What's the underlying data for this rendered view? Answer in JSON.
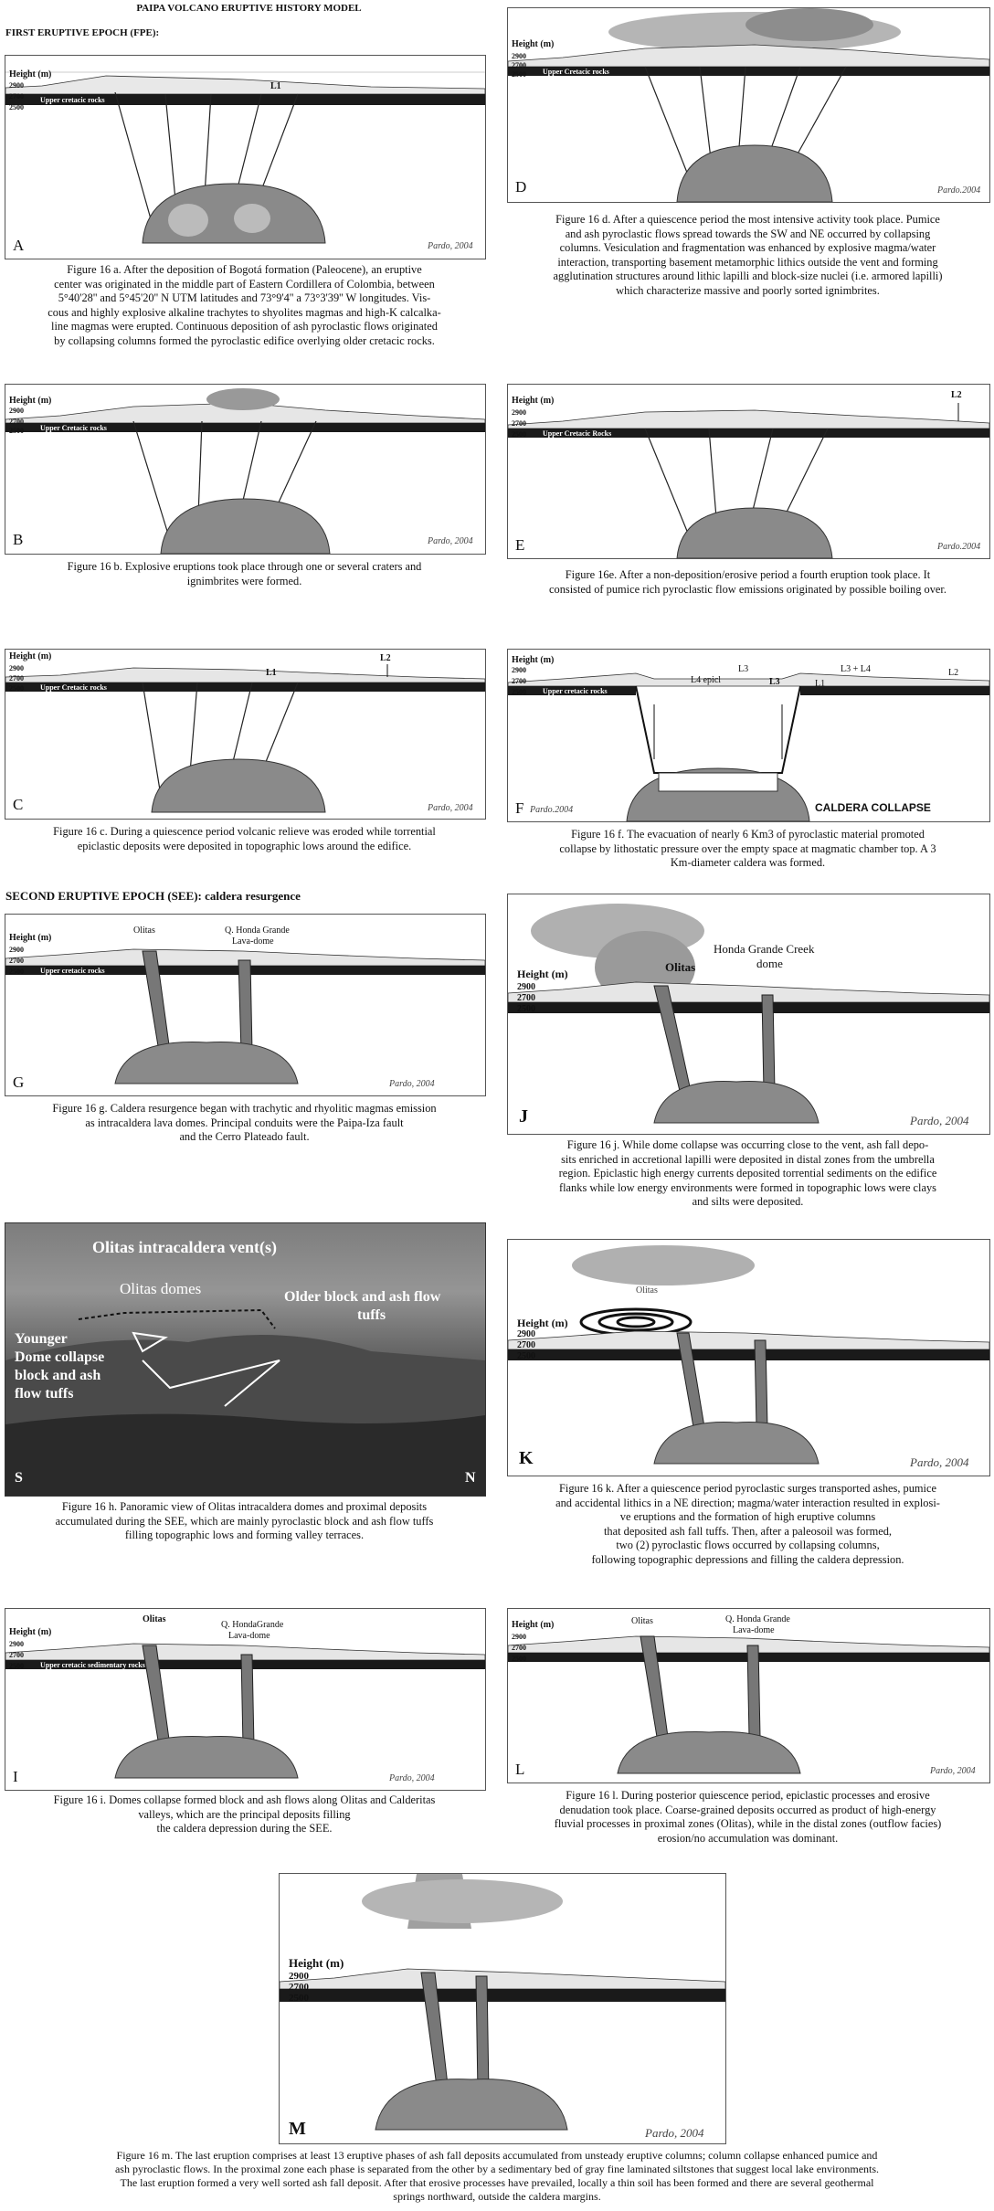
{
  "page": {
    "title": "PAIPA VOLCANO ERUPTIVE HISTORY MODEL",
    "epoch1": "FIRST ERUPTIVE EPOCH (FPE):",
    "epoch2": "SECOND ERUPTIVE EPOCH (SEE): caldera resurgence"
  },
  "common": {
    "credit": "Pardo, 2004",
    "credit_alt": "Pardo.2004",
    "height": "Height (m)",
    "t2900": "2900",
    "t2700": "2700",
    "t2500": "2500",
    "rocks_lower": "Upper cretacic rocks",
    "rocks_upper": "Upper Cretacic rocks",
    "rocks_upper2": "Upper Cretacic Rocks",
    "rocks_sed": "Upper cretacic sedimentary rocks"
  },
  "panels": {
    "A": {
      "letter": "A",
      "labels": {
        "l1": "L1"
      },
      "caption": [
        "Figure 16 a. After the deposition of Bogotá formation (Paleocene), an eruptive",
        "center was originated in the middle part of Eastern Cordillera of Colombia, between",
        "5°40'28'' and 5°45'20'' N UTM latitudes and 73°9'4'' a 73°3'39'' W longitudes. Vis-",
        "cous and highly explosive alkaline trachytes to shyolites magmas and high-K calcalka-",
        "line magmas were erupted. Continuous deposition of ash pyroclastic flows originated",
        "by collapsing columns formed the pyroclastic edifice overlying older cretacic rocks."
      ]
    },
    "B": {
      "letter": "B",
      "caption": [
        "Figure 16 b. Explosive eruptions took place through one or several craters and",
        "ignimbrites were formed."
      ]
    },
    "C": {
      "letter": "C",
      "labels": {
        "l1": "L1",
        "l2": "L2"
      },
      "caption": [
        "Figure 16 c. During a quiescence period volcanic relieve was eroded while torrential",
        "epiclastic deposits were deposited in topographic lows around the edifice."
      ]
    },
    "D": {
      "letter": "D",
      "caption": [
        "Figure 16 d. After a quiescence period the most intensive activity took place. Pumice",
        "and ash pyroclastic flows  spread towards the SW and NE occurred by collapsing",
        "columns. Vesiculation and fragmentation was enhanced by explosive magma/water",
        "interaction, transporting basement metamorphic lithics outside the vent and forming",
        "agglutination structures around lithic lapilli and block-size nuclei (i.e. armored lapilli)",
        "which characterize massive and poorly sorted  ignimbrites."
      ]
    },
    "E": {
      "letter": "E",
      "labels": {
        "l2": "L2"
      },
      "caption": [
        "Figure 16e. After a non-deposition/erosive period a fourth eruption took place. It",
        "consisted of pumice rich pyroclastic flow emissions originated by possible  boiling over."
      ]
    },
    "F": {
      "letter": "F",
      "title": "CALDERA COLLAPSE",
      "labels": {
        "l4": "L4 epicl",
        "l3a": "L3",
        "l3b": "L3",
        "l1": "L1",
        "l34": "L3 + L4",
        "l2": "L2"
      },
      "caption": [
        "Figure 16 f. The evacuation of nearly 6 Km3 of pyroclastic material promoted",
        "collapse by lithostatic pressure over the empty space at magmatic chamber top. A 3",
        "Km-diameter  caldera was formed."
      ]
    },
    "G": {
      "letter": "G",
      "labels": {
        "olitas": "Olitas",
        "honda1": "Q. Honda Grande",
        "honda2": "Lava-dome"
      },
      "caption": [
        "Figure 16 g. Caldera resurgence began with trachytic and rhyolitic magmas emission",
        "as intracaldera lava domes. Principal conduits were the Paipa-Iza fault",
        "and the Cerro Plateado fault."
      ]
    },
    "J": {
      "letter": "J",
      "labels": {
        "olitas": "Olitas",
        "honda1": "Honda Grande Creek",
        "honda2": "dome"
      },
      "caption": [
        "Figure 16 j. While dome collapse was occurring close to the vent,  ash fall depo-",
        "sits enriched in accretional lapilli were deposited in distal zones from the umbrella",
        "region.  Epiclastic high energy currents deposited torrential sediments on the edifice",
        "flanks while low energy environments were formed in topographic lows were clays",
        "and silts were deposited."
      ]
    },
    "H": {
      "title": "Olitas intracaldera vent(s)",
      "domes": "Olitas domes",
      "older": "Older block and ash flow",
      "older2": "tuffs",
      "younger": [
        "Younger",
        "Dome collapse",
        "block and ash",
        "flow tuffs"
      ],
      "s": "S",
      "n": "N",
      "caption": [
        "Figure 16 h.  Panoramic view of Olitas intracaldera domes and proximal deposits",
        "accumulated during the SEE, which are mainly pyroclastic block and ash flow tuffs",
        "filling topographic lows and forming valley terraces."
      ]
    },
    "K": {
      "letter": "K",
      "labels": {
        "olitas": "Olitas"
      },
      "caption": [
        "Figure 16 k. After a quiescence period pyroclastic surges transported ashes, pumice",
        "and accidental lithics in a NE direction; magma/water interaction resulted in explosi-",
        "ve eruptions and the formation of high eruptive columns",
        "that deposited ash fall tuffs. Then, after a paleosoil was formed,",
        "two (2) pyroclastic flows occurred by collapsing columns,",
        "following topographic depressions and filling the caldera depression."
      ]
    },
    "I": {
      "letter": "I",
      "labels": {
        "olitas": "Olitas",
        "honda1": "Q. HondaGrande",
        "honda2": "Lava-dome"
      },
      "caption": [
        "Figure 16 i. Domes collapse  formed  block and ash flows along Olitas and Calderitas",
        "valleys, which are the principal deposits filling",
        "the caldera depression during the  SEE."
      ]
    },
    "L": {
      "letter": "L",
      "labels": {
        "olitas": "Olitas",
        "honda1": "Q. Honda Grande",
        "honda2": "Lava-dome"
      },
      "caption": [
        "Figure 16 l. During posterior quiescence period, epiclastic processes and erosive",
        "denudation took place. Coarse-grained deposits occurred as product of high-energy",
        "fluvial processes in proximal zones (Olitas), while in the distal zones (outflow facies)",
        "erosion/no accumulation was dominant."
      ]
    },
    "M": {
      "letter": "M",
      "caption": [
        "Figure 16 m. The last eruption comprises at least 13 eruptive phases of ash fall deposits accumulated from unsteady eruptive columns; column collapse enhanced pumice and",
        "ash pyroclastic flows. In the proximal zone each phase is separated from the other by a sedimentary bed of gray fine laminated siltstones that suggest local lake environments.",
        "The last eruption formed a very well sorted ash fall deposit. After that erosive processes have prevailed, locally a thin soil has been formed and there are several geothermal",
        "springs  northward, outside the caldera margins."
      ]
    }
  }
}
